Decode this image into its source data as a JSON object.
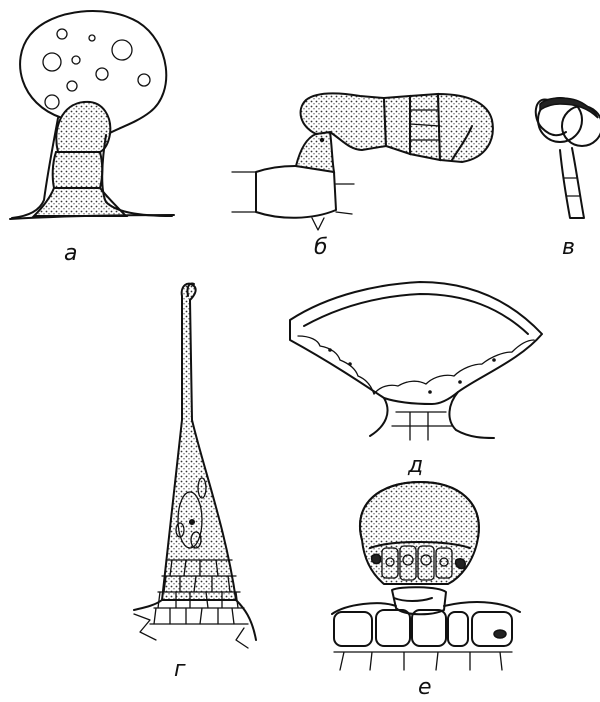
{
  "figure": {
    "panels": [
      {
        "id": "a",
        "label": "а",
        "subject": "hair-with-round-head"
      },
      {
        "id": "b",
        "label": "б",
        "subject": "bent-multicellular-hair"
      },
      {
        "id": "v",
        "label": "в",
        "subject": "two-lobed-gland"
      },
      {
        "id": "g",
        "label": "г",
        "subject": "stinging-hair"
      },
      {
        "id": "d",
        "label": "д",
        "subject": "epidermal-pouch"
      },
      {
        "id": "e",
        "label": "е",
        "subject": "capitate-gland-on-epidermis"
      }
    ]
  }
}
